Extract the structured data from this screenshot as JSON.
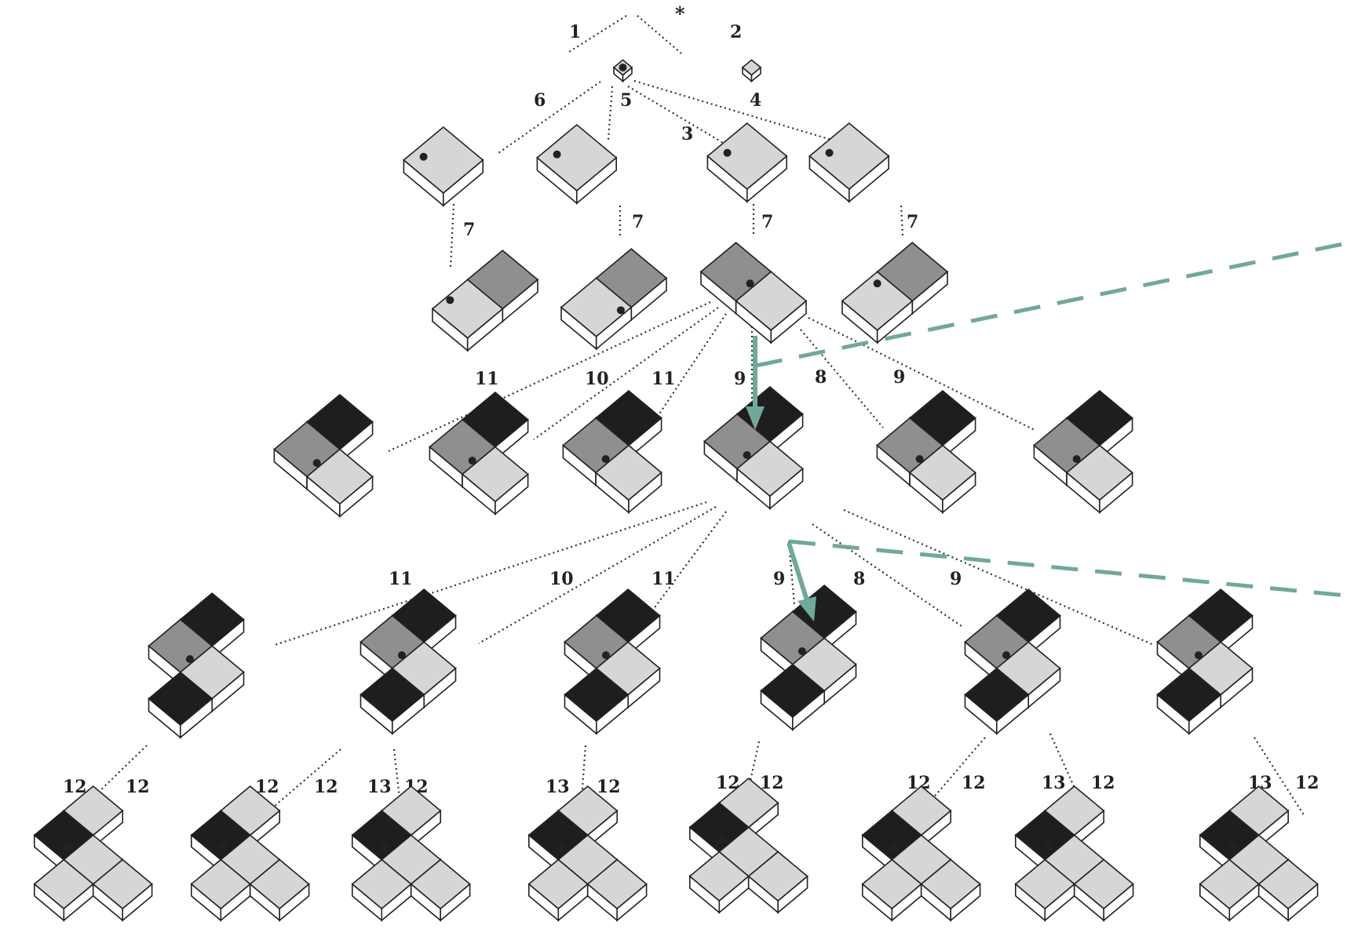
{
  "diagram": {
    "root_symbol": "*",
    "edges": [
      {
        "from": "root",
        "to": "piece-single",
        "label": "1"
      },
      {
        "from": "root",
        "to": "piece-single-alt",
        "label": "2"
      },
      {
        "from": "piece-single",
        "to": "l1-a",
        "label": "6"
      },
      {
        "from": "piece-single",
        "to": "l1-b",
        "label": "5"
      },
      {
        "from": "piece-single",
        "to": "l1-c",
        "label": "3"
      },
      {
        "from": "piece-single",
        "to": "l1-d",
        "label": "4"
      },
      {
        "from": "l1-a",
        "to": "l2-a",
        "label": "7"
      },
      {
        "from": "l1-b",
        "to": "l2-b",
        "label": "7"
      },
      {
        "from": "l1-c",
        "to": "l2-c",
        "label": "7"
      },
      {
        "from": "l1-d",
        "to": "l2-d",
        "label": "7"
      },
      {
        "from": "l2-c",
        "to": "l3-a",
        "label": "11"
      },
      {
        "from": "l2-c",
        "to": "l3-b",
        "label": "10"
      },
      {
        "from": "l2-c",
        "to": "l3-c",
        "label": "11"
      },
      {
        "from": "l2-c",
        "to": "l3-d",
        "label": "9"
      },
      {
        "from": "l2-c",
        "to": "l3-e",
        "label": "8"
      },
      {
        "from": "l2-c",
        "to": "l3-f",
        "label": "9"
      },
      {
        "from": "l3-d",
        "to": "l4-a",
        "label": "11"
      },
      {
        "from": "l3-d",
        "to": "l4-b",
        "label": "10"
      },
      {
        "from": "l3-d",
        "to": "l4-c",
        "label": "11"
      },
      {
        "from": "l3-d",
        "to": "l4-d",
        "label": "9"
      },
      {
        "from": "l3-d",
        "to": "l4-e",
        "label": "8"
      },
      {
        "from": "l3-d",
        "to": "l4-f",
        "label": "9"
      },
      {
        "from": "l4-a",
        "to": "l5-a",
        "label": "12",
        "label2": "12"
      },
      {
        "from": "l4-b",
        "to": "l5-b",
        "label": "12",
        "label2": "12"
      },
      {
        "from": "l4-b",
        "to": "l5-c",
        "label": "13",
        "label2": "12"
      },
      {
        "from": "l4-c",
        "to": "l5-d",
        "label": "13",
        "label2": "12"
      },
      {
        "from": "l4-d",
        "to": "l5-e",
        "label": "12",
        "label2": "12"
      },
      {
        "from": "l4-e",
        "to": "l5-f",
        "label": "12",
        "label2": "12"
      },
      {
        "from": "l4-e",
        "to": "l5-g",
        "label": "13",
        "label2": "12"
      },
      {
        "from": "l4-f",
        "to": "l5-h",
        "label": "13",
        "label2": "12"
      }
    ],
    "colors": {
      "light": "#d6d6d6",
      "mid": "#8f8f8f",
      "dark": "#1e1e1e",
      "guide": "#6fa99b"
    }
  }
}
